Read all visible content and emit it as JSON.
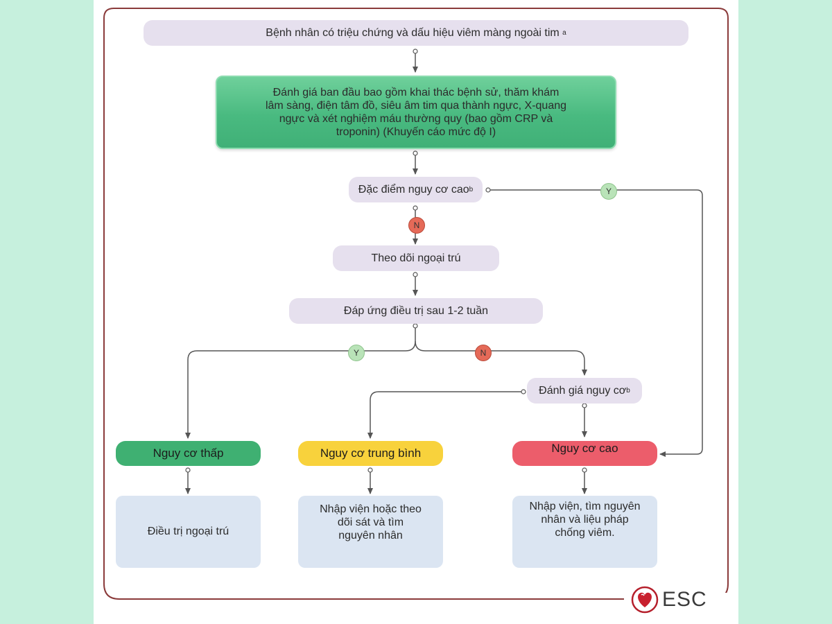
{
  "nodes": {
    "start": {
      "text": "Bệnh nhân có triệu chứng và dấu hiệu viêm màng ngoài tim",
      "note": "a"
    },
    "initial": {
      "lines": [
        "Đánh giá ban đầu bao gồm khai thác bệnh sử, thăm khám",
        "lâm sàng, điện tâm đồ, siêu âm tim qua thành ngực, X-quang",
        "ngực và xét nghiệm máu thường quy (bao gồm CRP và",
        "troponin) (Khuyến cáo mức độ I)"
      ]
    },
    "high_risk_features": {
      "text": "Đặc điểm nguy cơ cao",
      "note": "b"
    },
    "outpatient_follow": {
      "text": "Theo dõi ngoại trú"
    },
    "response": {
      "text": "Đáp ứng điều trị sau 1-2 tuần"
    },
    "risk_assess": {
      "text": "Đánh giá nguy cơ",
      "note": "b"
    },
    "low_risk": {
      "text": "Nguy cơ thấp"
    },
    "mid_risk": {
      "text": "Nguy cơ trung bình"
    },
    "high_risk": {
      "text": "Nguy cơ cao"
    },
    "low_outcome": {
      "text": "Điều trị ngoại trú"
    },
    "mid_outcome": {
      "lines": [
        "Nhập viện hoặc theo",
        "dõi sát và tìm",
        "nguyên nhân"
      ]
    },
    "high_outcome": {
      "lines": [
        "Nhập viện, tìm nguyên",
        "nhân và liệu pháp",
        "chống viêm."
      ]
    }
  },
  "badges": {
    "yes": "Y",
    "no": "N"
  },
  "logo": {
    "text": "ESC",
    "icon": "heart-icon"
  },
  "colors": {
    "page_bg": "#c6f0dd",
    "frame": "#8a3a3a",
    "lavender": "#e6e0ee",
    "green": "#49ba80",
    "yellow": "#f8d23c",
    "red": "#ec5d6b",
    "outcome_bg": "#dbe5f2"
  }
}
